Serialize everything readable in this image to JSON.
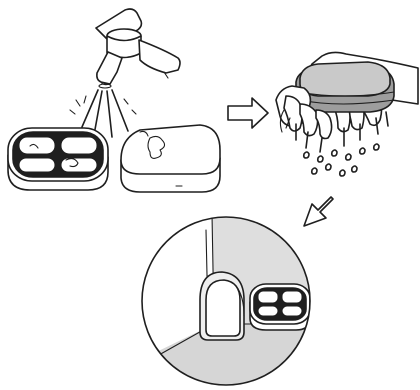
{
  "diagram": {
    "steps": [
      {
        "id": "rinse",
        "action": "rinse-under-tap",
        "items": [
          "filter-frame",
          "sponge-filter"
        ]
      },
      {
        "id": "squeeze",
        "action": "squeeze-out-water",
        "items": [
          "sponge-filter"
        ]
      },
      {
        "id": "reinstall",
        "action": "place-back-in-base",
        "items": [
          "sponge-filter",
          "filter-frame"
        ]
      }
    ],
    "arrows": [
      {
        "from": "rinse",
        "to": "squeeze",
        "direction": "right"
      },
      {
        "from": "squeeze",
        "to": "reinstall",
        "direction": "down-left"
      }
    ],
    "colors": {
      "ink": "#1f1f1f",
      "light_gray": "#eeeeee",
      "mid_gray": "#c9c9c9",
      "dark_gray": "#9d9d9d",
      "background": "#ffffff"
    }
  }
}
